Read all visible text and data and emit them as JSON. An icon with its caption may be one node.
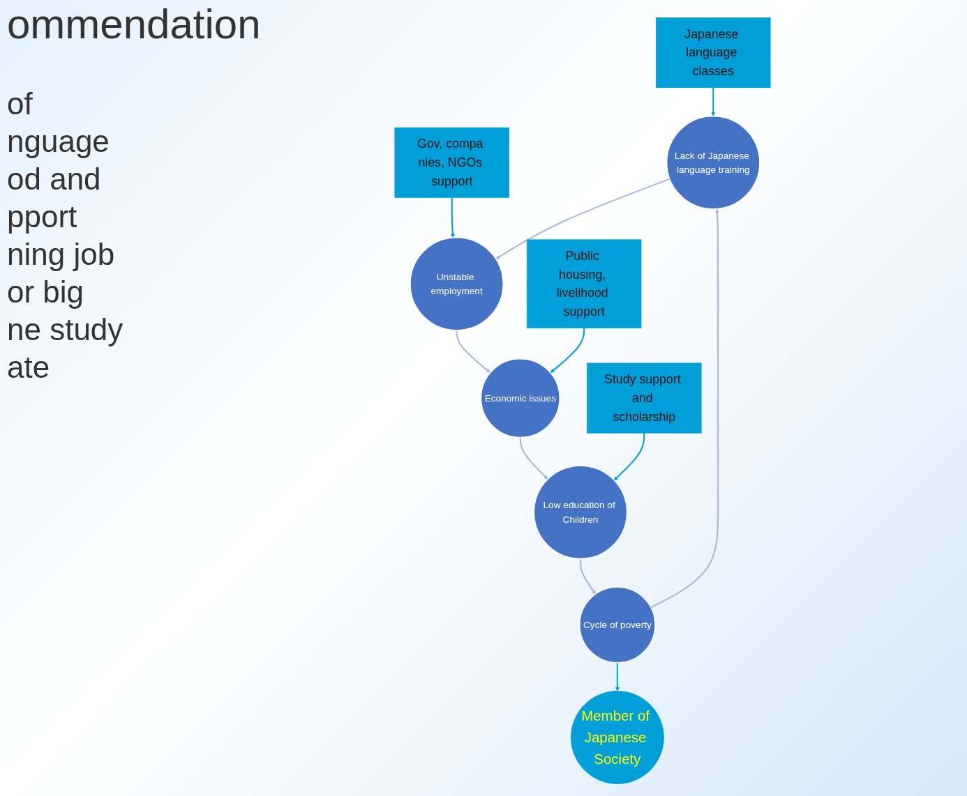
{
  "diagram": {
    "title": "ommendation",
    "nodes": [
      {
        "text": [
          "Japanese language classes"
        ]
      },
      {
        "text": [
          "Gov, compa nies, NGOs support"
        ]
      },
      {
        "text": [
          "Lack of Japanese language training"
        ]
      },
      {
        "text": [
          "Unstable employment"
        ]
      },
      {
        "text": [
          "Cycle of poverty"
        ]
      },
      {
        "text": [
          "Member of Japanese Society"
        ]
      },
      {
        "text": [
          "Economic issues"
        ]
      },
      {
        "text": [
          "Public housing, livelihood support"
        ]
      },
      {
        "text": [
          "Low education of Children"
        ]
      },
      {
        "text": [
          "Study support and scholarship"
        ]
      }
    ],
    "edges": [
      {
        "from": 0,
        "to": 2,
        "arrow": "to",
        "color": "#009fd9"
      },
      {
        "from": 2,
        "to": 3,
        "arrow": "to",
        "color": "#aab4dc"
      },
      {
        "from": 1,
        "to": 3,
        "arrow": "to",
        "color": "#009fd9"
      },
      {
        "from": 3,
        "to": 6,
        "arrow": "to",
        "color": "#aab4dc"
      },
      {
        "from": 7,
        "to": 6,
        "arrow": "to",
        "color": "#009fd9"
      },
      {
        "from": 6,
        "to": 8,
        "arrow": "to",
        "color": "#aab4dc"
      },
      {
        "from": 9,
        "to": 8,
        "arrow": "to",
        "color": "#009fd9"
      },
      {
        "from": 8,
        "to": 4,
        "arrow": "to",
        "color": "#aab4dc"
      },
      {
        "from": 4,
        "to": 2,
        "arrow": "to",
        "color": "#aab4dc"
      },
      {
        "from": 4,
        "to": 5,
        "arrow": "to",
        "color": "#009fd9"
      }
    ],
    "labels": [
      "of",
      "nguage",
      "od and",
      "pport",
      "ning job",
      "or big",
      "ne study",
      "ate"
    ]
  }
}
